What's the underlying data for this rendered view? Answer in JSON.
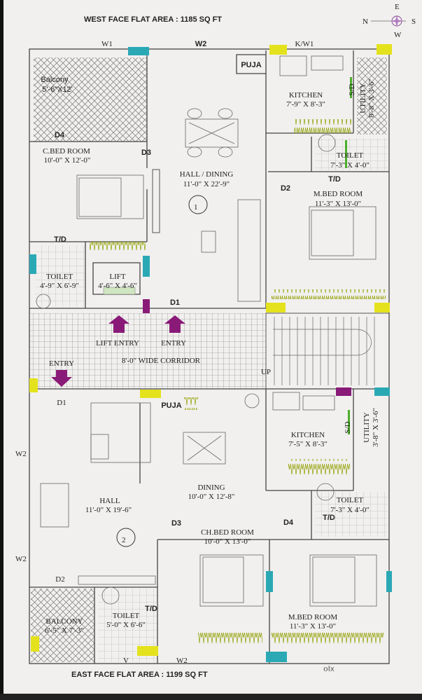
{
  "titles": {
    "top": "WEST FACE FLAT  AREA : 1185 SQ FT",
    "bottom": "EAST FACE FLAT AREA : 1199 SQ FT"
  },
  "compass": {
    "n": "N",
    "e": "E",
    "s": "S",
    "w": "W"
  },
  "colors": {
    "teal": "#2aa9b5",
    "yellow": "#e4e21c",
    "purple": "#8a1a78",
    "green": "#4caf2a",
    "wardrobe": "#c9d23a"
  },
  "flat1": {
    "number": "1",
    "windows": {
      "w1": "W1",
      "w2": "W2",
      "kw1": "K/W1"
    },
    "puja": "PUJA",
    "balcony": {
      "name": "Balcony",
      "size": "5'-6\"X12'"
    },
    "kitchen": {
      "name": "KITCHEN",
      "size": "7'-9\" X 8'-3\"",
      "sd": "S/D"
    },
    "utility": {
      "name": "UTILITY",
      "size": "8'-8\" X 3'-6\""
    },
    "cbed": {
      "name": "C.BED ROOM",
      "size": "10'-0\" X 12'-0\"",
      "d4": "D4",
      "d3": "D3"
    },
    "hall": {
      "name": "HALL / DINING",
      "size": "11'-0\" X 22'-9\""
    },
    "toilet_r": {
      "name": "TOILET",
      "size": "7'-3\" X 4'-0\"",
      "td": "T/D"
    },
    "mbed": {
      "name": "M.BED ROOM",
      "size": "11'-3\" X 13'-0\"",
      "d2": "D2"
    },
    "toilet_l": {
      "name": "TOILET",
      "size": "4'-9\" X 6'-9\"",
      "td": "T/D"
    },
    "lift": {
      "name": "LIFT",
      "size": "4'-6\" X 4'-6\""
    },
    "d1": "D1"
  },
  "corridor": {
    "lift_entry": "LIFT ENTRY",
    "entry": "ENTRY",
    "label": "8'-0\" WIDE CORRIDOR",
    "entry2": "ENTRY",
    "up": "UP"
  },
  "flat2": {
    "number": "2",
    "d1": "D1",
    "puja": "PUJA",
    "kitchen": {
      "name": "KITCHEN",
      "size": "7'-5\" X 8'-3\"",
      "sd": "S/D"
    },
    "utility": {
      "name": "UTILITY",
      "size": "3'-8\" X 3'-6\""
    },
    "w2a": "W2",
    "dining": {
      "name": "DINING",
      "size": "10'-0\" X 12'-8\""
    },
    "hall": {
      "name": "HALL",
      "size": "11'-0\" X 19'-6\""
    },
    "toilet_r": {
      "name": "TOILET",
      "size": "7'-3\" X 4'-0\"",
      "td": "T/D"
    },
    "chbed": {
      "name": "CH.BED ROOM",
      "size": "10'-0\" X 13'-0\"",
      "d3": "D3"
    },
    "d4": "D4",
    "w2b": "W2",
    "d2": "D2",
    "toilet_l": {
      "name": "TOILET",
      "size": "5'-0\" X 6'-6\"",
      "td": "T/D"
    },
    "balcony": {
      "name": "BALCONY",
      "size": "6'-5\" X 7'-3\""
    },
    "mbed": {
      "name": "M.BED ROOM",
      "size": "11'-3\" X 13'-0\""
    },
    "v": "V",
    "w2c": "W2"
  },
  "watermark": "olx"
}
